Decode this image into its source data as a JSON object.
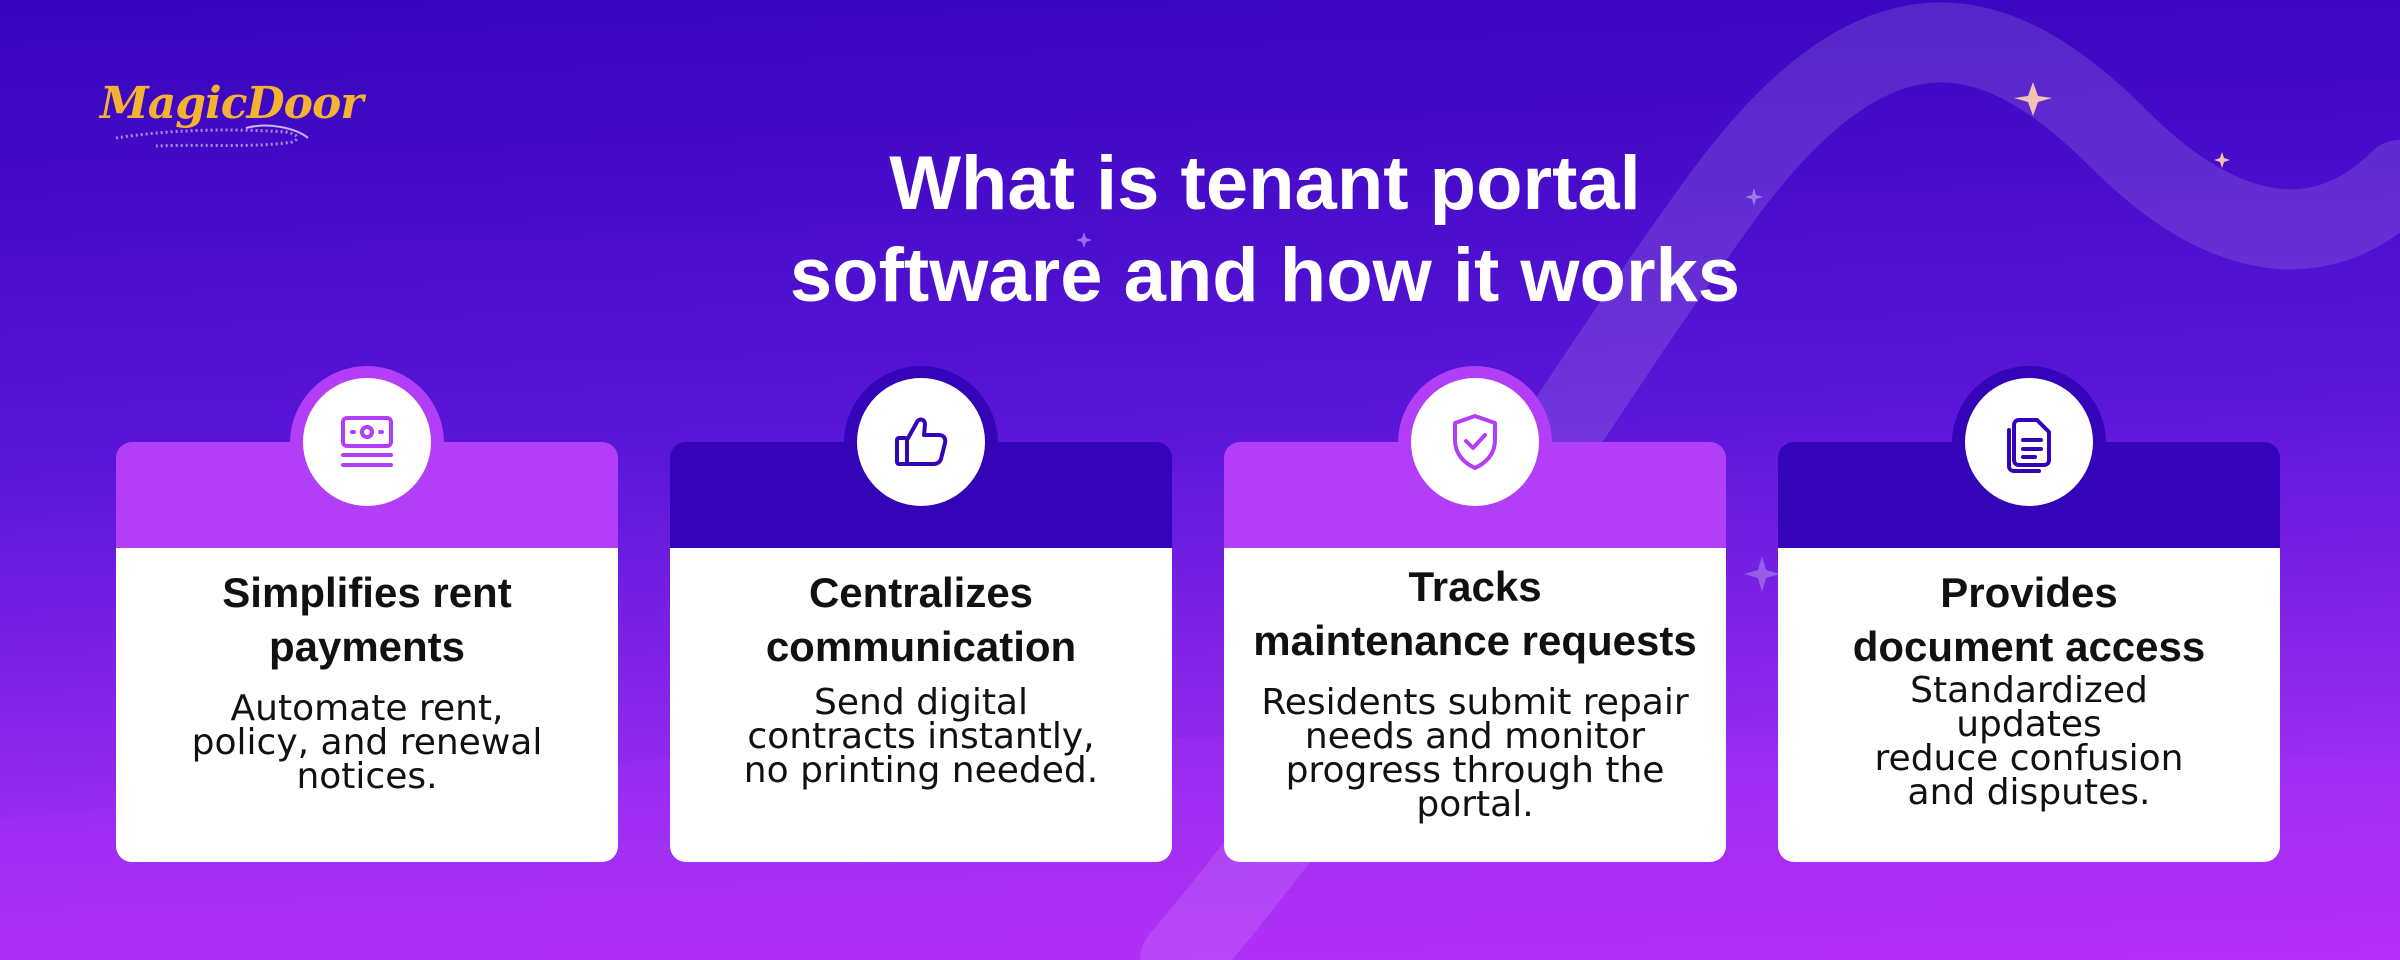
{
  "brand": {
    "logo_text": "MagicDoor"
  },
  "header": {
    "title_line1": "What is tenant portal",
    "title_line2": "software and how it works"
  },
  "colors": {
    "background_top": "#3604bd",
    "background_bottom": "#b52ff7",
    "card_light_accent": "#b23ff7",
    "card_dark_accent": "#3304b8",
    "icon_light": "#b23ff7",
    "icon_dark": "#3304b8",
    "logo": "#f4b233"
  },
  "cards": [
    {
      "icon": "money-icon",
      "accent": "light",
      "title": [
        "Simplifies rent",
        "payments"
      ],
      "description": [
        "Automate rent,",
        "policy, and renewal",
        "notices."
      ]
    },
    {
      "icon": "thumbs-up-icon",
      "accent": "dark",
      "title": [
        "Centralizes",
        "communication"
      ],
      "description": [
        "Send digital",
        "contracts instantly,",
        "no printing needed."
      ]
    },
    {
      "icon": "shield-check-icon",
      "accent": "light",
      "title": [
        "Tracks",
        "maintenance requests"
      ],
      "description": [
        "Residents submit repair",
        "needs and monitor",
        "progress through the",
        "portal."
      ]
    },
    {
      "icon": "document-icon",
      "accent": "dark",
      "title": [
        "Provides",
        "document access"
      ],
      "description": [
        "Standardized",
        "updates",
        "reduce confusion",
        "and disputes."
      ]
    }
  ]
}
